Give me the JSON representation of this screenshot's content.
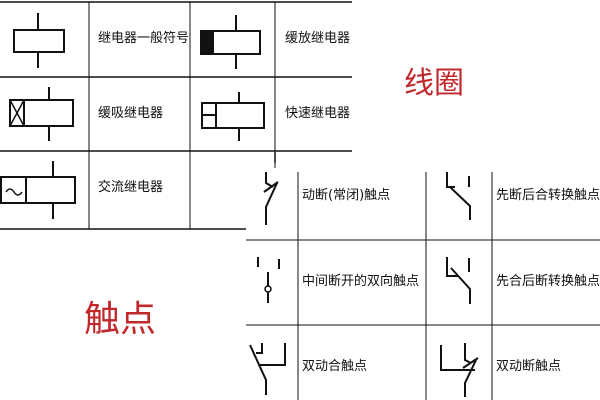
{
  "coil_section": {
    "heading": "线圈",
    "items": [
      {
        "label": "继电器一般符号",
        "icon": "relay-coil-general-icon"
      },
      {
        "label": "缓放继电器",
        "icon": "slow-release-relay-icon"
      },
      {
        "label": "缓吸继电器",
        "icon": "slow-operate-relay-icon"
      },
      {
        "label": "快速继电器",
        "icon": "fast-relay-icon"
      },
      {
        "label": "交流继电器",
        "icon": "ac-relay-icon"
      }
    ]
  },
  "contact_section": {
    "heading": "触点",
    "items": [
      {
        "label": "动断(常闭)触点",
        "icon": "nc-contact-icon"
      },
      {
        "label": "先断后合转换触点",
        "icon": "break-before-make-contact-icon"
      },
      {
        "label": "中间断开的双向触点",
        "icon": "center-off-two-way-contact-icon"
      },
      {
        "label": "先合后断转换触点",
        "icon": "make-before-break-contact-icon"
      },
      {
        "label": "双动合触点",
        "icon": "double-make-contact-icon"
      },
      {
        "label": "双动断触点",
        "icon": "double-break-contact-icon"
      }
    ]
  },
  "colors": {
    "heading": "#c0282c",
    "lines": "#111111"
  }
}
